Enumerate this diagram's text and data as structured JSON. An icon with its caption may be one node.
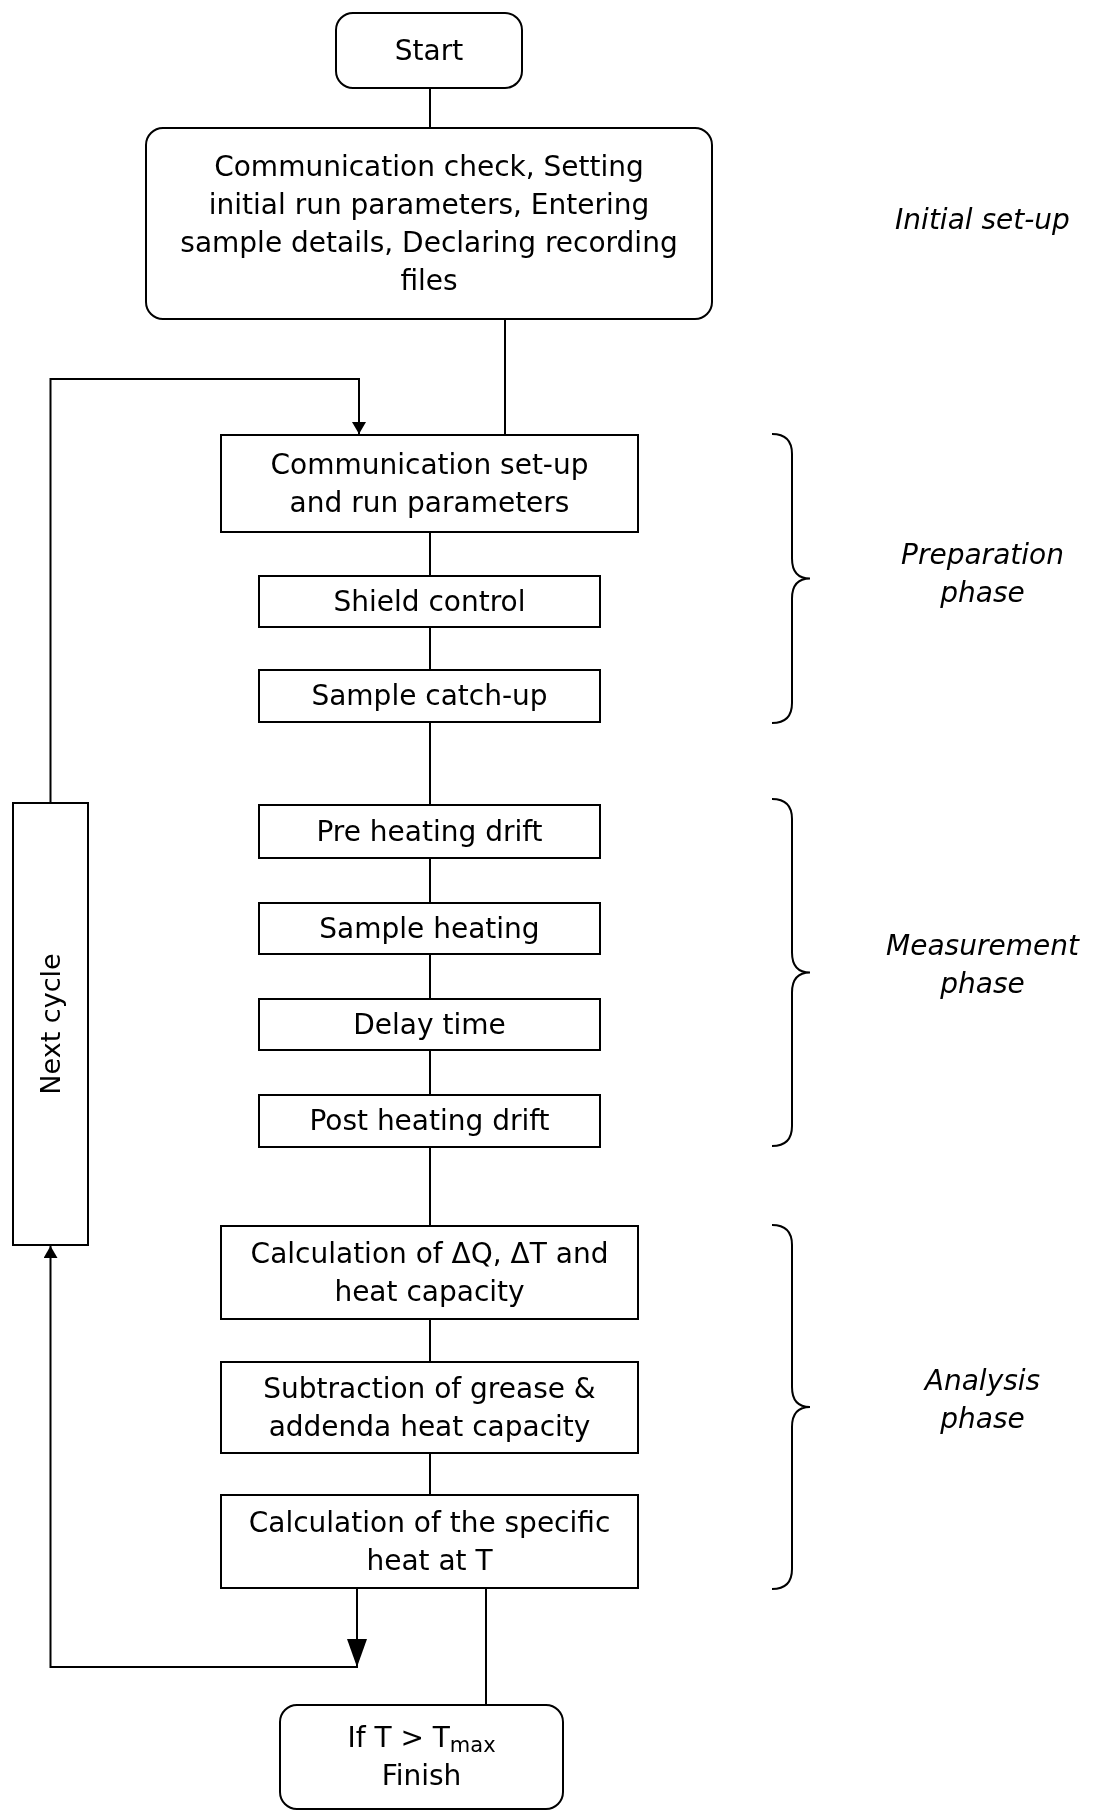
{
  "diagram": {
    "nodes": [
      {
        "text": [
          "Start"
        ]
      },
      {
        "text": [
          "Communication check, Setting initial run parameters, Entering sample details, Declaring recording files"
        ]
      },
      {
        "text": [
          "Communication set-up and run parameters"
        ]
      },
      {
        "text": [
          "Shield control"
        ]
      },
      {
        "text": [
          "Sample catch-up"
        ]
      },
      {
        "text": [
          "Pre heating drift"
        ]
      },
      {
        "text": [
          "Sample heating"
        ]
      },
      {
        "text": [
          "Delay time"
        ]
      },
      {
        "text": [
          "Post heating drift"
        ]
      },
      {
        "text": [
          "Calculation of ΔQ, ΔT and heat capacity"
        ]
      },
      {
        "text": [
          "Subtraction of grease & addenda heat capacity"
        ]
      },
      {
        "text": [
          "Calculation of the specific heat at T"
        ]
      },
      {
        "text": [
          "Next cycle"
        ]
      },
      {
        "text": [
          "If T > T$_{max}$",
          "Finish"
        ]
      }
    ],
    "edges": [
      {
        "from": 0,
        "to": 1,
        "arrow": "none"
      },
      {
        "from": 1,
        "to": 2,
        "arrow": "none"
      },
      {
        "from": 2,
        "to": 3,
        "arrow": "none"
      },
      {
        "from": 3,
        "to": 4,
        "arrow": "none"
      },
      {
        "from": 4,
        "to": 5,
        "arrow": "none"
      },
      {
        "from": 5,
        "to": 6,
        "arrow": "none"
      },
      {
        "from": 6,
        "to": 7,
        "arrow": "none"
      },
      {
        "from": 7,
        "to": 8,
        "arrow": "none"
      },
      {
        "from": 8,
        "to": 9,
        "arrow": "none"
      },
      {
        "from": 9,
        "to": 10,
        "arrow": "none"
      },
      {
        "from": 10,
        "to": 11,
        "arrow": "none"
      },
      {
        "from": 11,
        "to": 13,
        "arrow": "none"
      },
      {
        "from": 11,
        "to": 12,
        "arrow": "to"
      },
      {
        "from": 12,
        "to": 2,
        "arrow": "to"
      }
    ],
    "labels": [
      "Initial set-up",
      "Preparation phase",
      "Measurement phase",
      "Analysis phase"
    ]
  }
}
